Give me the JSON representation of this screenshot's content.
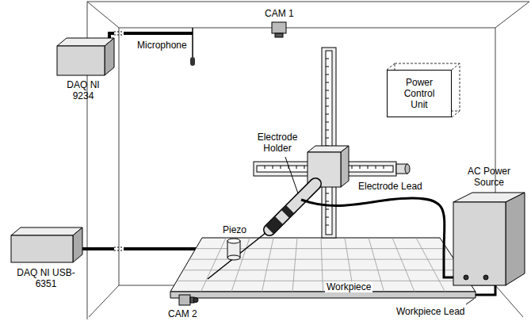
{
  "diagram": {
    "nodes": [
      {
        "text": [
          "DAQ NI 9234"
        ]
      },
      {
        "text": [
          "DAQ NI USB-6351"
        ]
      },
      {
        "text": [
          "Power Control Unit"
        ]
      },
      {
        "text": [
          "AC Power Source"
        ]
      }
    ],
    "labels": [
      "CAM 1",
      "Microphone",
      "Electrode Holder",
      "Electrode Lead",
      "Piezo",
      "Workpiece",
      "CAM 2",
      "Workpiece Lead"
    ]
  }
}
